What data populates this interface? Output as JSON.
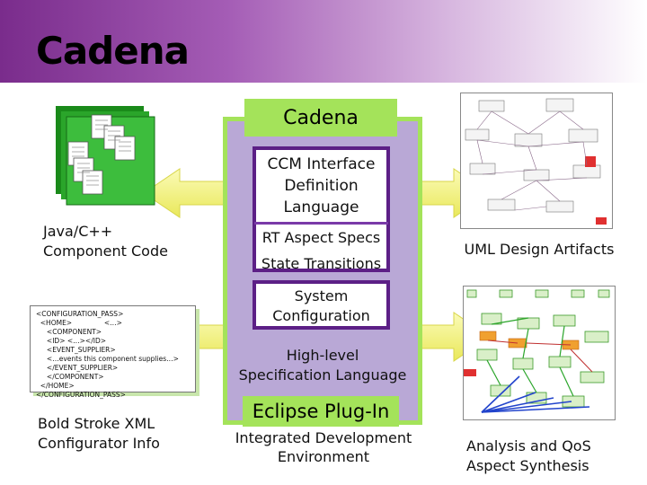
{
  "slide": {
    "title": "Cadena"
  },
  "center": {
    "cadena_label": "Cadena",
    "ccm_lines": [
      "CCM Interface",
      "Definition",
      "Language"
    ],
    "rt_aspect": "RT Aspect Specs",
    "state_transitions": "State Transitions",
    "system_config_lines": [
      "System",
      "Configuration"
    ],
    "high_level_lines": [
      "High-level",
      "Specification Language"
    ],
    "eclipse": "Eclipse Plug-In",
    "ide_lines": [
      "Integrated Development",
      "Environment"
    ]
  },
  "left": {
    "code_label_lines": [
      "Java/C++",
      "Component Code"
    ],
    "xml_lines": [
      "<CONFIGURATION_PASS>",
      "  <HOME>               <…>",
      "     <COMPONENT>",
      "     <ID> <…></ID>",
      "     <EVENT_SUPPLIER>",
      "     <…events this component supplies…>",
      "     </EVENT_SUPPLIER>",
      "     </COMPONENT>",
      "  </HOME>",
      "</CONFIGURATION_PASS>"
    ],
    "xml_label_lines": [
      "Bold Stroke XML",
      "Configurator Info"
    ]
  },
  "right": {
    "uml_label": "UML Design Artifacts",
    "analysis_label_lines": [
      "Analysis and QoS",
      "Aspect Synthesis"
    ]
  },
  "colors": {
    "green": "#a4e35a",
    "purple_border": "#5c1f86",
    "purple_panel": "#b9a8d6",
    "arrow_yellow": "#f2f07a"
  }
}
